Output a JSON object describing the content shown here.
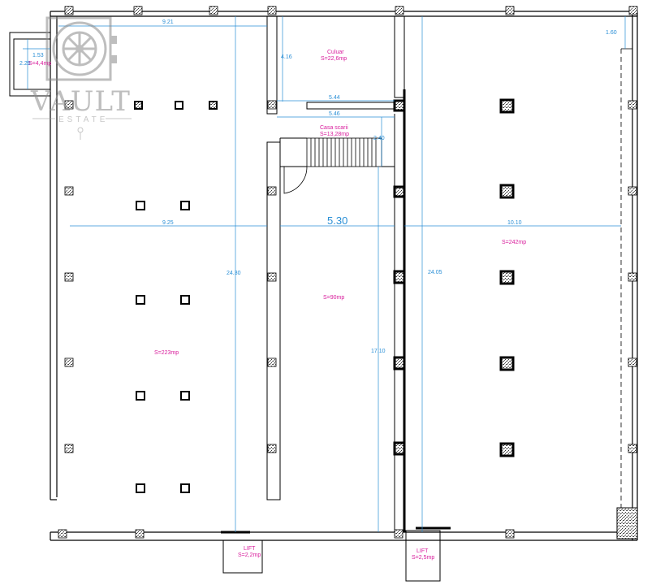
{
  "logo": {
    "name": "VAULT",
    "tagline": "ESTATE"
  },
  "rooms": {
    "culuar": {
      "name": "Culuar",
      "area": "S=22,6mp"
    },
    "stairs": {
      "name": "Casa scarii",
      "area": "S=13,28mp"
    },
    "left_hall": {
      "area": "S=223mp"
    },
    "middle_hall": {
      "area": "S=90mp"
    },
    "right_hall": {
      "area": "S=242mp"
    },
    "small_room": {
      "area": "S=4,4mp"
    },
    "lift_1": {
      "name": "LIFT",
      "area": "S=2,2mp"
    },
    "lift_2": {
      "name": "LIFT",
      "area": "S=2,5mp"
    }
  },
  "dimensions": {
    "top_left_width": "9.21",
    "left_width": "9.25",
    "middle_width": "5.30",
    "right_width": "10.10",
    "culuar_height": "4.16",
    "culuar_width_1": "5.44",
    "culuar_width_2": "5.46",
    "stairs_width": "2.40",
    "right_top": "1.60",
    "left_height": "24.30",
    "middle_height": "17.10",
    "right_height": "24.05",
    "small_width": "1.53",
    "small_height": "2.29"
  },
  "colors": {
    "dimension_line": "#2a8fd6",
    "area_label": "#d81b9b",
    "wall": "#000000"
  }
}
